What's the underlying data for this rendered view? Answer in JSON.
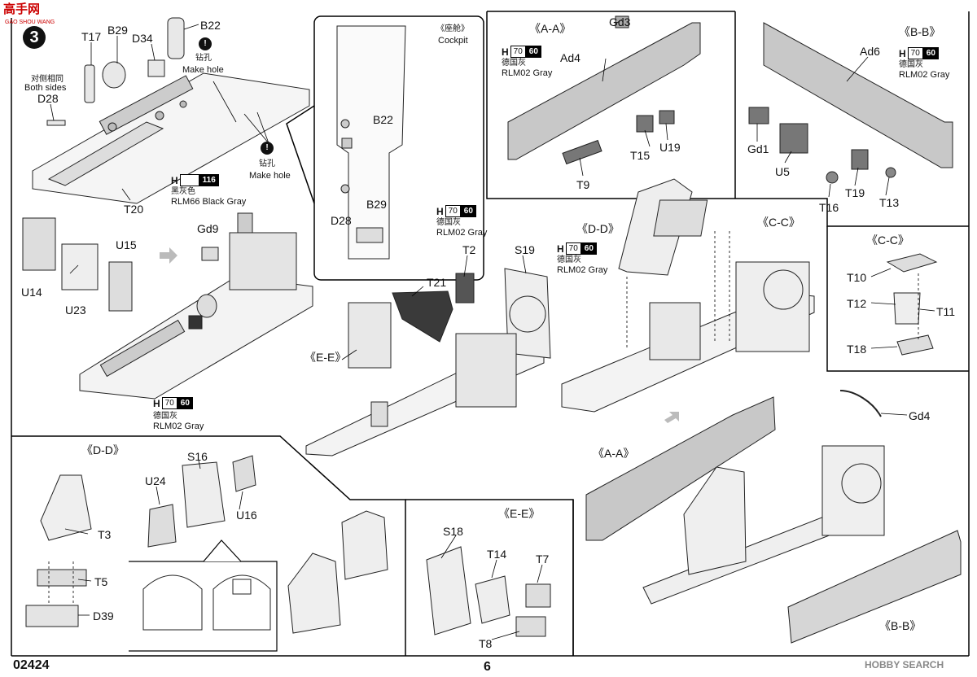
{
  "header": {
    "logo_text": "高手网",
    "logo_sub": "GAO SHOU WANG",
    "step_number": "3"
  },
  "footer": {
    "product_code": "02424",
    "page_number": "6",
    "watermark": "HOBBY SEARCH"
  },
  "paints": {
    "black_gray": {
      "prefix": "H",
      "code": "116",
      "cn": "黑灰色",
      "en": "RLM66 Black Gray"
    },
    "gray": {
      "prefix": "H",
      "code_a": "70",
      "code_b": "60",
      "cn": "德国灰",
      "en": "RLM02 Gray"
    }
  },
  "notes": {
    "both_sides_cn": "对侧相同",
    "both_sides_en": "Both sides",
    "drill_cn": "钻孔",
    "drill_en": "Make hole",
    "cockpit_cn": "《座舱》",
    "cockpit_en": "Cockpit"
  },
  "section_titles": {
    "aa": "《A-A》",
    "bb": "《B-B》",
    "cc": "《C-C》",
    "dd": "《D-D》",
    "ee": "《E-E》"
  },
  "parts": {
    "t17": "T17",
    "b29": "B29",
    "d34": "D34",
    "b22": "B22",
    "d28": "D28",
    "t20": "T20",
    "u14": "U14",
    "u23": "U23",
    "u15": "U15",
    "gd9": "Gd9",
    "cp_b22": "B22",
    "cp_b29": "B29",
    "cp_d28": "D28",
    "t21": "T21",
    "t2": "T2",
    "s19": "S19",
    "gd3": "Gd3",
    "ad4": "Ad4",
    "t15": "T15",
    "u19": "U19",
    "t9": "T9",
    "ad6": "Ad6",
    "gd1": "Gd1",
    "u5": "U5",
    "t16": "T16",
    "t19": "T19",
    "t13": "T13",
    "t10": "T10",
    "t12": "T12",
    "t11": "T11",
    "t18": "T18",
    "gd4": "Gd4",
    "u24": "U24",
    "s16": "S16",
    "u16": "U16",
    "t3": "T3",
    "t5": "T5",
    "d39": "D39",
    "s18": "S18",
    "t14": "T14",
    "t7": "T7",
    "t8": "T8"
  }
}
